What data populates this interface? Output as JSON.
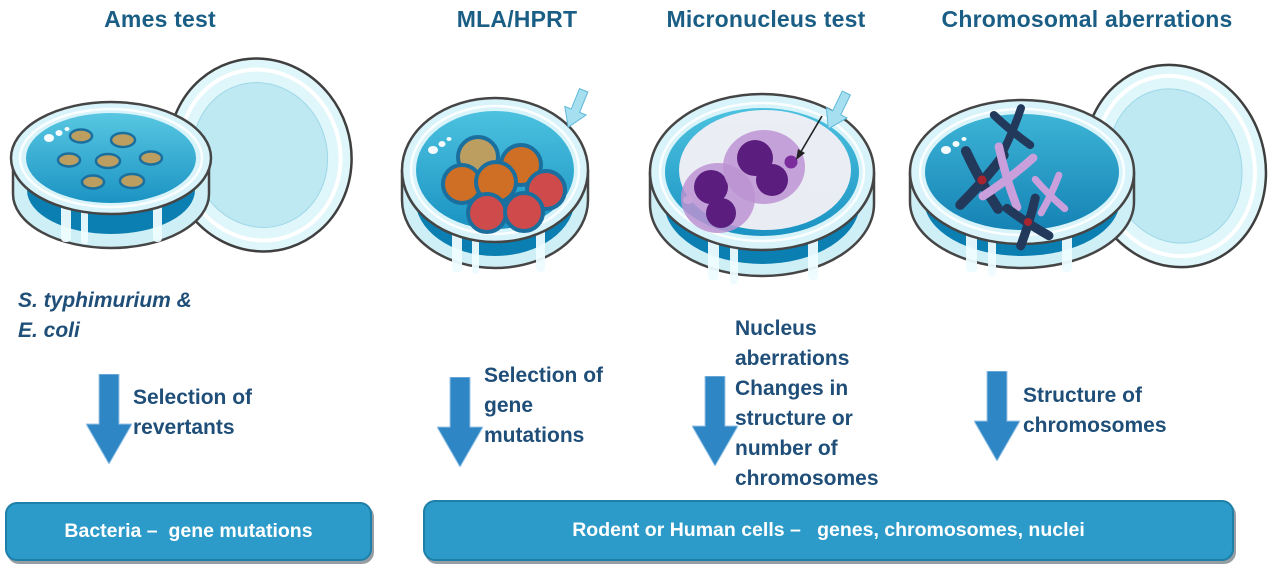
{
  "colors": {
    "title_text": "#1A5E85",
    "body_text": "#1F4E78",
    "arrow_blue": "#2E86C4",
    "banner_fill": "#2D9BC9",
    "banner_border": "#1E7FA8",
    "banner_text": "#FFFFFF",
    "colony_tan": "#BC9F60",
    "colony_orange": "#CE6F25",
    "colony_red": "#CF4B4B",
    "cell_halo": "#BD93D2",
    "cell_nucleus": "#5B1E7E",
    "chromosome_navy": "#22395C",
    "chromosome_pink": "#C9A0DC"
  },
  "columns": [
    {
      "title": "Ames test",
      "note": "S. typhimurium &\nE. coli",
      "arrow_text": "Selection of\nrevertants",
      "dish": "agar plate with bacterial revertant colonies, lid leaning at right"
    },
    {
      "title": "MLA/HPRT",
      "arrow_text": "Selection of\ngene\nmutations",
      "dish": "plate with large mutant cell colonies (tan, orange, red)"
    },
    {
      "title": "Micronucleus test",
      "arrow_text": "Nucleus\naberrations\nChanges in\nstructure or\nnumber of\nchromosomes",
      "dish": "stained binucleated cells with micronucleus indicated by arrow"
    },
    {
      "title": "Chromosomal aberrations",
      "arrow_text": "Structure of\nchromosomes",
      "dish": "plate with navy and pink metaphase chromosomes, lid leaning at right"
    }
  ],
  "banners": [
    {
      "label": "Bacteria –  gene mutations"
    },
    {
      "label": "Rodent or Human cells –   genes, chromosomes, nuclei"
    }
  ]
}
